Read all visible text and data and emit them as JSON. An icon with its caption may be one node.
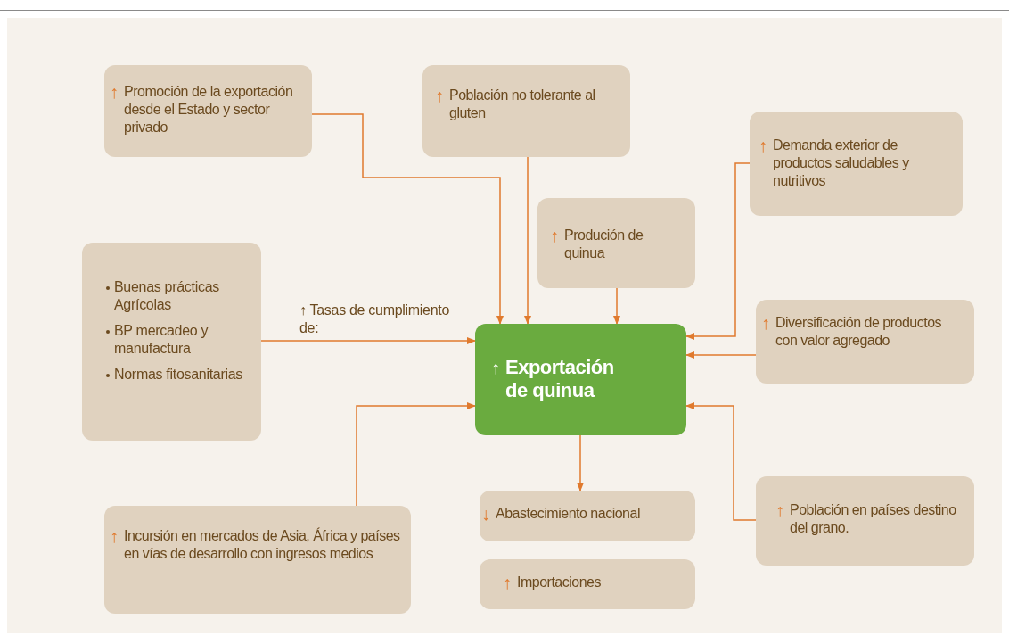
{
  "diagram": {
    "nodes": [
      {
        "text": [
          "↑",
          "Promoción de la exportación desde el Estado y sector privado"
        ]
      },
      {
        "text": [
          "↑",
          "Población no tolerante al gluten"
        ]
      },
      {
        "text": [
          "↑",
          "Demanda exterior de productos saludables y nutritivos"
        ]
      },
      {
        "text": [
          "↑",
          "Produción de quinua"
        ]
      },
      {
        "text": [
          "Buenas prácticas Agrícolas",
          "BP mercadeo y manufactura",
          "Normas fitosanitarias"
        ]
      },
      {
        "text": [
          "↑",
          "Diversificación de productos con valor agregado"
        ]
      },
      {
        "text": [
          "↑",
          "Exportación de quinua"
        ]
      },
      {
        "text": [
          "↑",
          "Incursión en mercados de Asia, África y países en vías de desarrollo con ingresos medios"
        ]
      },
      {
        "text": [
          "↓",
          "Abastecimiento nacional"
        ]
      },
      {
        "text": [
          "↑",
          "Importaciones"
        ]
      },
      {
        "text": [
          "↑",
          "Población en países destino del grano."
        ]
      }
    ],
    "edges": [
      {
        "from": 0,
        "to": 6,
        "arrow": "to"
      },
      {
        "from": 1,
        "to": 6,
        "arrow": "to"
      },
      {
        "from": 3,
        "to": 6,
        "arrow": "to"
      },
      {
        "from": 2,
        "to": 6,
        "arrow": "to"
      },
      {
        "from": 4,
        "to": 6,
        "arrow": "to",
        "label": "↑ Tasas de cumplimiento de:"
      },
      {
        "from": 5,
        "to": 6,
        "arrow": "to"
      },
      {
        "from": 7,
        "to": 6,
        "arrow": "to"
      },
      {
        "from": 10,
        "to": 6,
        "arrow": "to"
      },
      {
        "from": 6,
        "to": 8,
        "arrow": "to"
      }
    ]
  }
}
